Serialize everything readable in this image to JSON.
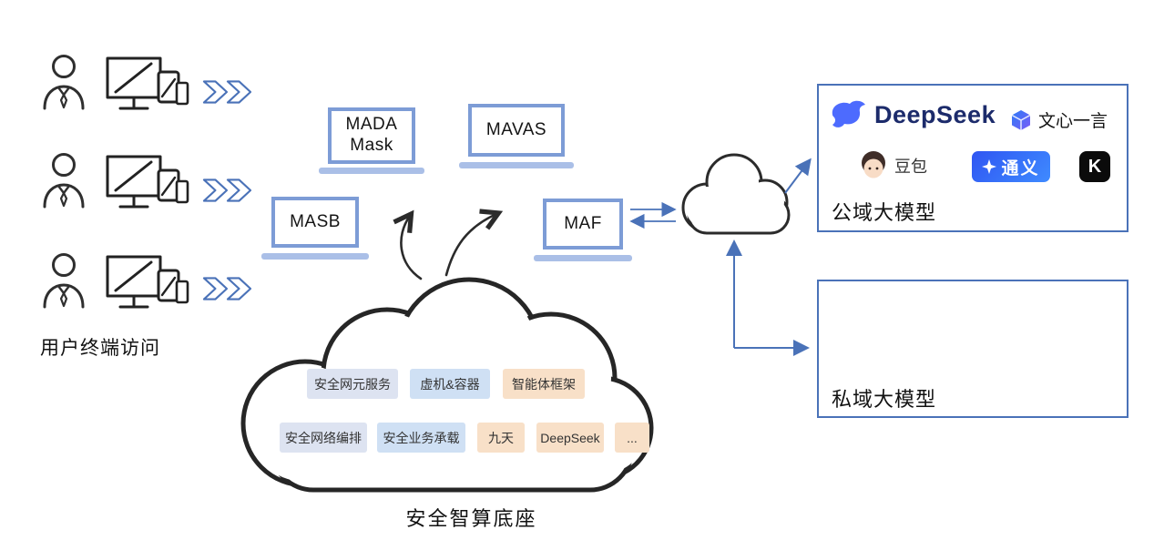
{
  "left_panel": {
    "label": "用户终端访问"
  },
  "gateways": {
    "mada_line1": "MADA",
    "mada_line2": "Mask",
    "mavas": "MAVAS",
    "masb": "MASB",
    "maf": "MAF"
  },
  "public_models": {
    "title": "公域大模型",
    "deepseek_label": "DeepSeek",
    "wenxin_label": "文心一言",
    "doubao_label": "豆包",
    "tongyi_label": "通义",
    "kimi_label": "K"
  },
  "private_models": {
    "title": "私域大模型"
  },
  "compute_cloud": {
    "label": "安全智算底座",
    "chips_row1": [
      {
        "text": "安全网元服务",
        "variant": "periwinkle"
      },
      {
        "text": "虚机&容器",
        "variant": "blue"
      },
      {
        "text": "智能体框架",
        "variant": "orange"
      }
    ],
    "chips_row2": [
      {
        "text": "安全网络编排",
        "variant": "periwinkle"
      },
      {
        "text": "安全业务承载",
        "variant": "blue"
      },
      {
        "text": "九天",
        "variant": "orange"
      },
      {
        "text": "DeepSeek",
        "variant": "orange"
      },
      {
        "text": "...",
        "variant": "orange"
      }
    ]
  },
  "colors": {
    "arrow_blue": "#4a72b8",
    "laptop_border": "#7d9cd6",
    "box_border": "#4a72b8",
    "chip_periwinkle": "#dde3f1",
    "chip_blue": "#cfe0f4",
    "chip_orange": "#f8e0c8",
    "deepseek_blue": "#4D6BFE",
    "tongyi_blue": "#3b55f0",
    "kimi_black": "#0b0b0b",
    "outline_dark": "#2b2b2b"
  }
}
